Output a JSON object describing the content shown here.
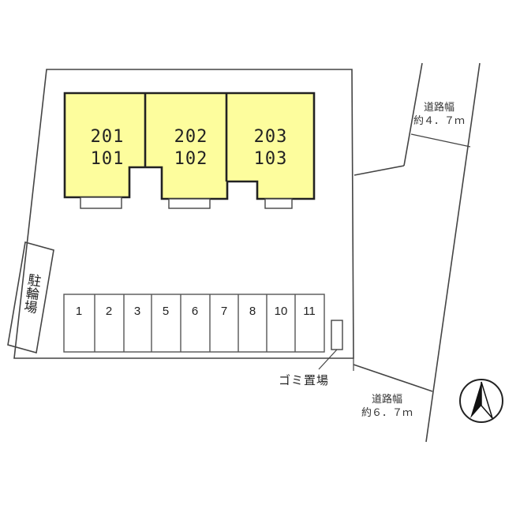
{
  "units": [
    {
      "upper": "201",
      "lower": "101"
    },
    {
      "upper": "202",
      "lower": "102"
    },
    {
      "upper": "203",
      "lower": "103"
    }
  ],
  "bicycle_parking": "駐輪場",
  "parking_slots": [
    "1",
    "2",
    "3",
    "5",
    "6",
    "7",
    "8",
    "10",
    "11"
  ],
  "garbage_area": "ゴミ置場",
  "roads": [
    {
      "name": "道路幅",
      "width": "約４．７ｍ"
    },
    {
      "name": "道路幅",
      "width": "約６．７ｍ"
    }
  ],
  "colors": {
    "building": "#fdfd9d",
    "outline": "#333333",
    "north_arrow": "#111111"
  },
  "compass_icon": "north-arrow-icon"
}
